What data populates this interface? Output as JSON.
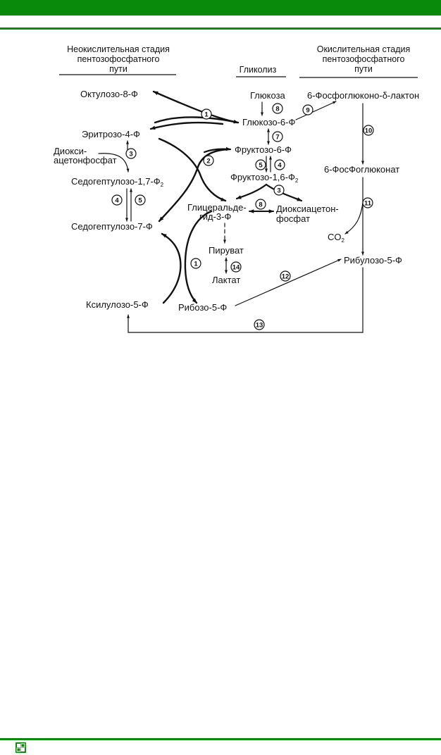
{
  "colors": {
    "accent": "#0a8a0a",
    "ink": "#111111",
    "background": "#ffffff"
  },
  "icons": {
    "footer": "book-logo-icon"
  },
  "headers": {
    "nonoxidative": [
      "Неокислительная стадия",
      "пентозофосфатного",
      "пути"
    ],
    "glycolysis": "Гликолиз",
    "oxidative": [
      "Окислительная стадия",
      "пентозофосфатного",
      "пути"
    ]
  },
  "metabolites": {
    "octulose": "Октулозо-8-Ф",
    "glucose": "Глюкоза",
    "glucose6p": "Глюкозо-6-Ф",
    "lactone": "6-Фосфоглюконо-δ-лактон",
    "erythrose": "Эритрозо-4-Ф",
    "dhap_left": [
      "Диокси-",
      "ацетонфосфат"
    ],
    "fructose6p": "Фруктозо-6-Ф",
    "sedoheptulose_bp": "Седогептулозо-1,7-Ф",
    "fructose_bp": "Фруктозо-1,6-Ф",
    "subscript2": "2",
    "phosphogluconate": "6-ФосФоглюконат",
    "gap": [
      "Глицеральде-",
      "гид-3-Ф"
    ],
    "dhap_right": [
      "Диоксиацетон-",
      "фосфат"
    ],
    "sedoheptulose7p": "Седогептулозо-7-Ф",
    "co2": "CO",
    "pyruvate": "Пируват",
    "ribulose": "Рибулозо-5-Ф",
    "lactate": "Лактат",
    "xylulose": "Ксилулозо-5-Ф",
    "ribose": "Рибозо-5-Ф"
  },
  "steps": {
    "s1_top": "1",
    "s1_bottom": "1",
    "s2": "2",
    "s3_left": "3",
    "s3_right": "3",
    "s4_left": "4",
    "s4_right": "4",
    "s5_left": "5",
    "s5_right": "5",
    "s7": "7",
    "s8_top": "8",
    "s8_mid": "8",
    "s9": "9",
    "s10": "10",
    "s11": "11",
    "s12": "12",
    "s13": "13",
    "s14": "14"
  }
}
